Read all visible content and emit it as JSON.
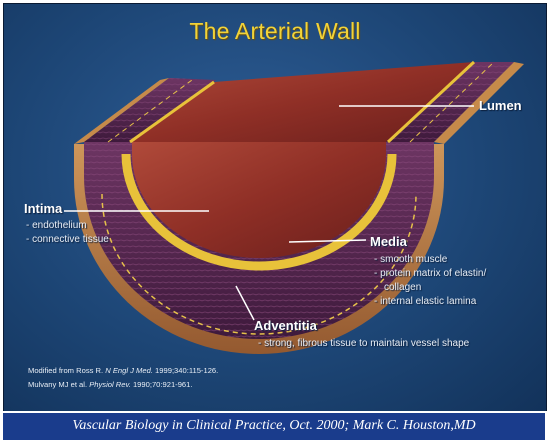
{
  "title": "The Arterial Wall",
  "labels": {
    "lumen": "Lumen",
    "intima": "Intima",
    "intima_items": [
      "- endothelium",
      "- connective tissue"
    ],
    "media": "Media",
    "media_items": [
      "- smooth muscle",
      "- protein matrix of elastin/",
      "collagen",
      "- internal elastic lamina"
    ],
    "adventitia": "Adventitia",
    "adventitia_items": [
      "- strong, fibrous tissue to maintain vessel shape"
    ]
  },
  "references": [
    {
      "pre": "Modified from Ross R. ",
      "journal": "N Engl J Med.",
      "post": " 1999;340:115-126."
    },
    {
      "pre": "Mulvany MJ et al. ",
      "journal": "Physiol Rev.",
      "post": " 1990;70:921-961."
    }
  ],
  "caption": "Vascular Biology in Clinical Practice, Oct. 2000; Mark C. Houston,MD",
  "colors": {
    "title": "#f2d338",
    "background": "#1d4676",
    "caption_bar": "#1a3c8c",
    "lumen": "#9e3a2e",
    "media": "#5a2a55",
    "intima": "#e8c23a",
    "adventitia": "#c68a4a"
  }
}
